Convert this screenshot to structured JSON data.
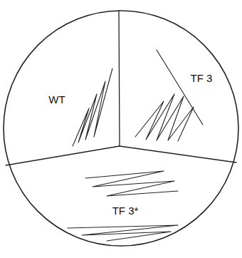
{
  "diagram": {
    "labels": [
      "WT",
      "TF 3",
      "TF 3*"
    ]
  }
}
